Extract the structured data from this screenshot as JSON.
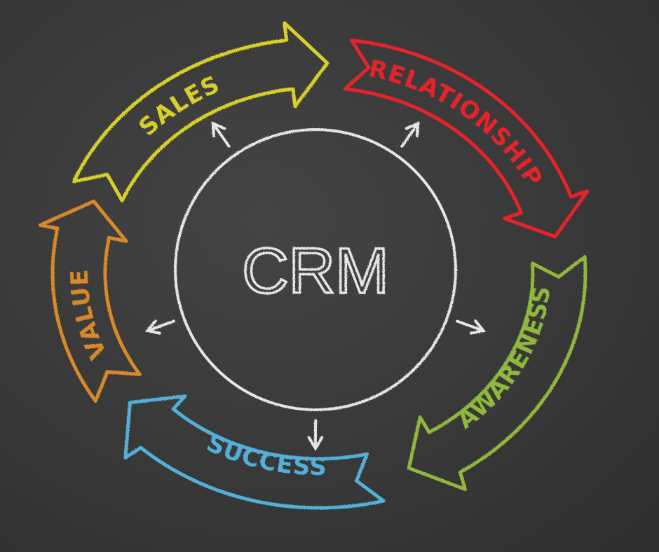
{
  "center": {
    "label": "CRM",
    "color": "#e6e6e6"
  },
  "cycle": [
    {
      "label": "SALES",
      "color": "#d8d02c"
    },
    {
      "label": "RELATIONSHIP",
      "color": "#e8242a"
    },
    {
      "label": "AWARENESS",
      "color": "#8fb83c"
    },
    {
      "label": "SUCCESS",
      "color": "#52b0d8"
    },
    {
      "label": "VALUE",
      "color": "#d9892c"
    }
  ]
}
